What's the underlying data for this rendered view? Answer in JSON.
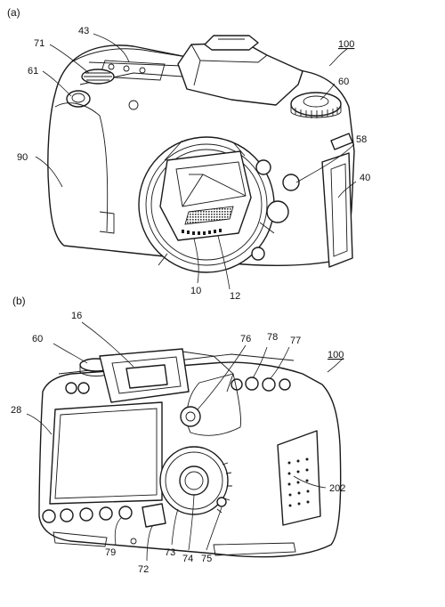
{
  "figure": {
    "panel_a": {
      "label": "(a)",
      "ref_100": "100",
      "labels": {
        "grip": "90",
        "shutter": "61",
        "dial_front": "71",
        "top_lcd": "43",
        "mode_dial": "60",
        "lens_release": "58",
        "side_door": "40",
        "mount": "10",
        "contacts": "12"
      }
    },
    "panel_b": {
      "label": "(b)",
      "ref_100": "100",
      "labels": {
        "viewfinder": "16",
        "mode_dial": "60",
        "lcd": "28",
        "joystick": "76",
        "btn_af": "78",
        "btn_ae": "77",
        "grip_side": "202",
        "bottom_btns": "79",
        "lever": "72",
        "dial_ring": "73",
        "set_btn": "74",
        "lock": "75"
      }
    }
  }
}
